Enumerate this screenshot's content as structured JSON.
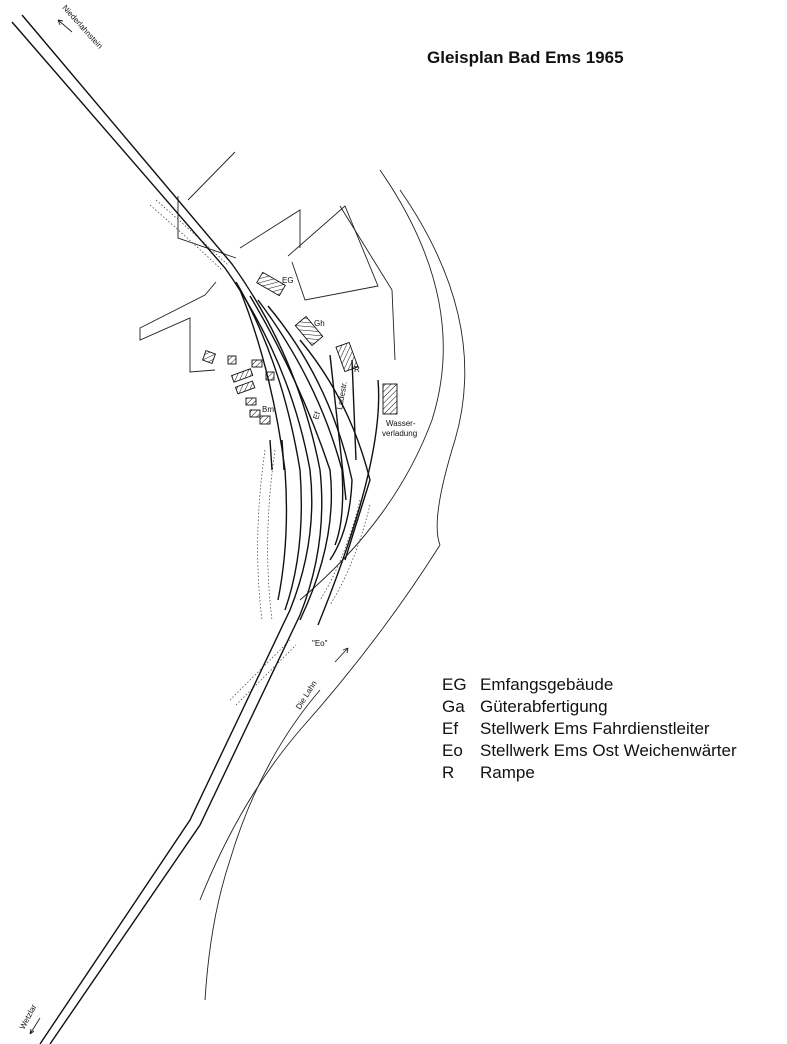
{
  "title": "Gleisplan Bad Ems 1965",
  "legend": [
    {
      "abbr": "EG",
      "text": "Emfangsgebäude"
    },
    {
      "abbr": "Ga",
      "text": "Güterabfertigung"
    },
    {
      "abbr": "Ef",
      "text": "Stellwerk Ems Fahrdienstleiter"
    },
    {
      "abbr": "Eo",
      "text": "Stellwerk Ems Ost Weichenwärter"
    },
    {
      "abbr": "R",
      "text": "Rampe"
    }
  ],
  "plan_labels": {
    "direction_north": "Niederlahnstein",
    "direction_south": "Wetzlar",
    "river": "Die Lahn",
    "eg": "EG",
    "gh": "Gh",
    "rampe": "R",
    "bm": "Bm",
    "water": "Wasser-",
    "water2": "verladung",
    "eo": "\"Eo\"",
    "ef": "Ef",
    "ladestr": "Ladestr."
  }
}
